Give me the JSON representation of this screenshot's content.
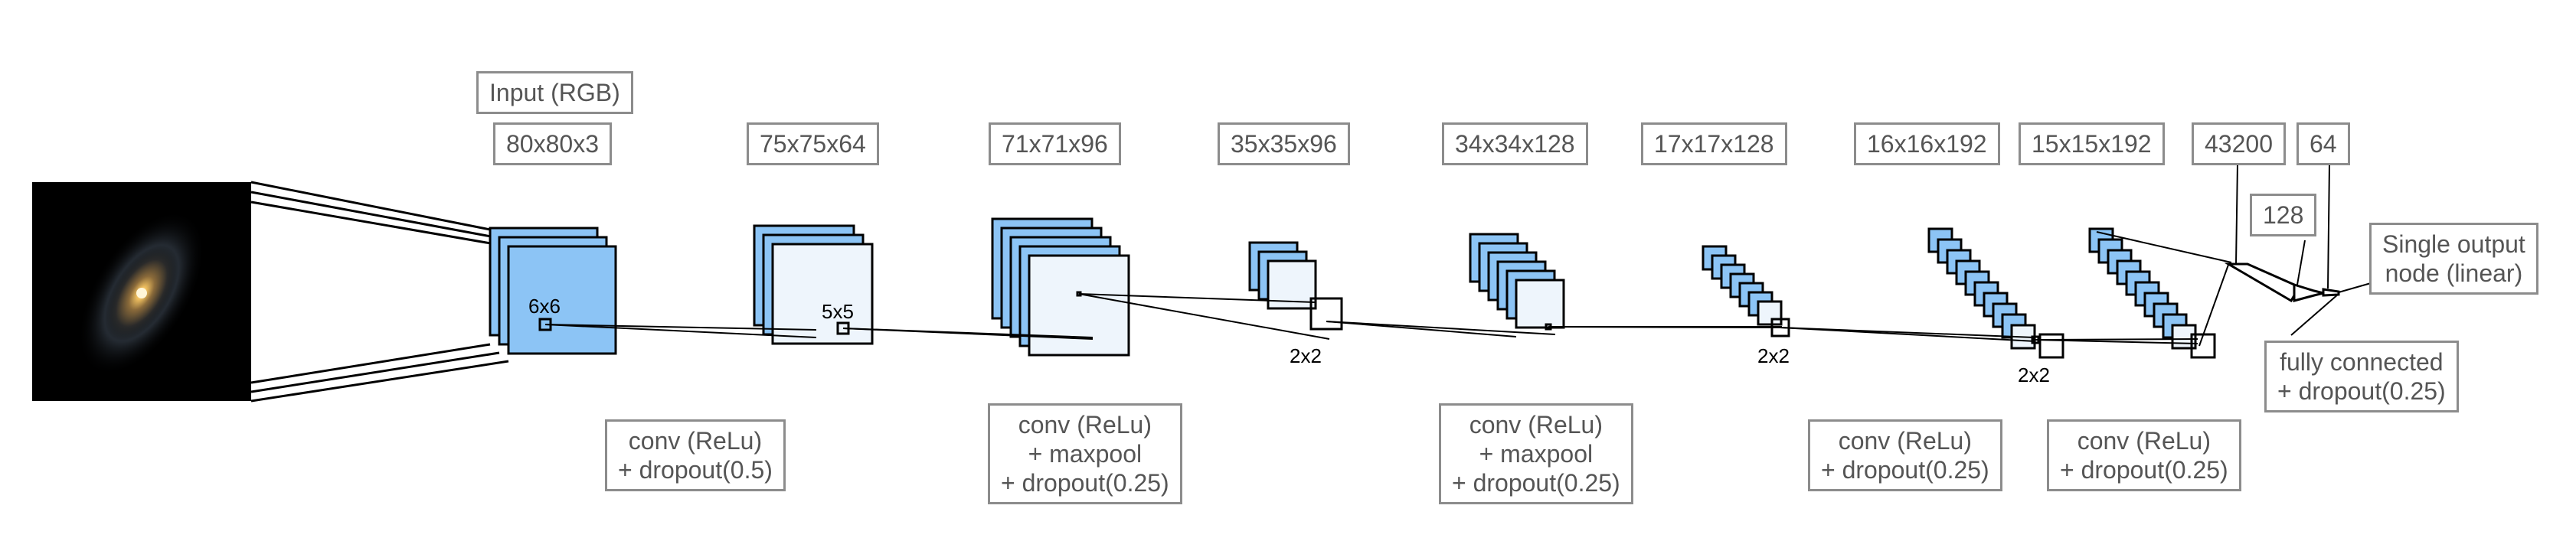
{
  "figure": {
    "input_label": "Input (RGB)",
    "dims": [
      "80x80x3",
      "75x75x64",
      "71x71x96",
      "35x35x96",
      "34x34x128",
      "17x17x128",
      "16x16x192",
      "15x15x192",
      "43200",
      "64",
      "128"
    ],
    "kernels": [
      "6x6",
      "5x5",
      "2x2",
      "2x2",
      "2x2"
    ],
    "ops": [
      "conv (ReLu)\n+ dropout(0.5)",
      "conv (ReLu)\n+ maxpool\n+ dropout(0.25)",
      "conv (ReLu)\n+ maxpool\n+ dropout(0.25)",
      "conv (ReLu)\n+ dropout(0.25)",
      "conv (ReLu)\n+ dropout(0.25)",
      "fully connected\n+ dropout(0.25)"
    ],
    "output_label": "Single output\nnode (linear)"
  },
  "colors": {
    "feature_map_fill": "#8cc4f5",
    "feature_map_light": "#eef5fc",
    "box_border": "#8c8c8c",
    "box_text": "#555555",
    "line": "#000000",
    "input_background": "#000000"
  }
}
